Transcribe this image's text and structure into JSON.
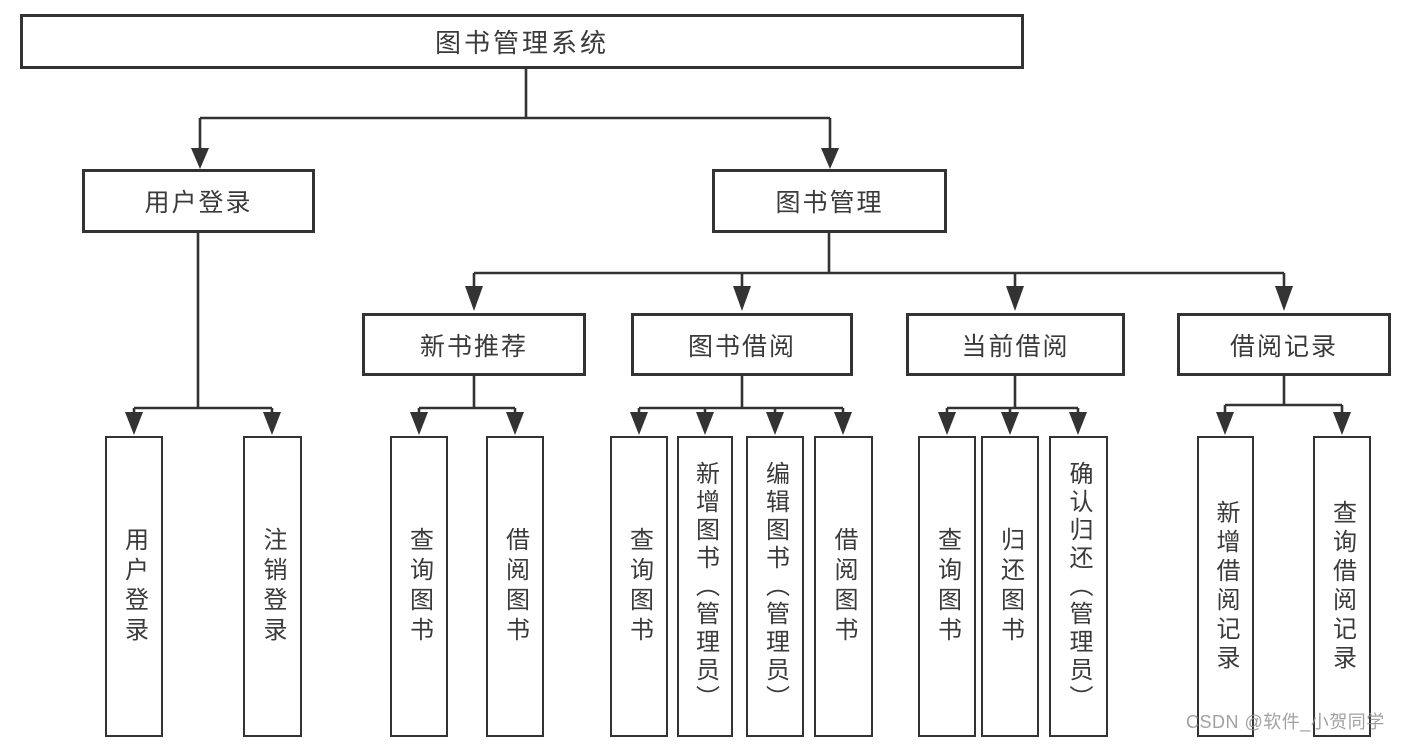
{
  "diagram": {
    "title": "图书管理系统",
    "root": {
      "label": "图书管理系统"
    },
    "branches": [
      {
        "label": "用户登录",
        "leaves": [
          {
            "label": "用户登录"
          },
          {
            "label": "注销登录"
          }
        ]
      },
      {
        "label": "图书管理",
        "children": [
          {
            "label": "新书推荐",
            "leaves": [
              {
                "label": "查询图书"
              },
              {
                "label": "借阅图书"
              }
            ]
          },
          {
            "label": "图书借阅",
            "leaves": [
              {
                "label": "查询图书"
              },
              {
                "label": "新增图书（管理员）"
              },
              {
                "label": "编辑图书（管理员）"
              },
              {
                "label": "借阅图书"
              }
            ]
          },
          {
            "label": "当前借阅",
            "leaves": [
              {
                "label": "查询图书"
              },
              {
                "label": "归还图书"
              },
              {
                "label": "确认归还（管理员）"
              }
            ]
          },
          {
            "label": "借阅记录",
            "leaves": [
              {
                "label": "新增借阅记录"
              },
              {
                "label": "查询借阅记录"
              }
            ]
          }
        ]
      }
    ],
    "watermark": "CSDN @软件_小贺同学",
    "colors": {
      "line": "#333333",
      "text": "#3a3a3a",
      "background": "#ffffff",
      "watermark": "#919191"
    }
  }
}
